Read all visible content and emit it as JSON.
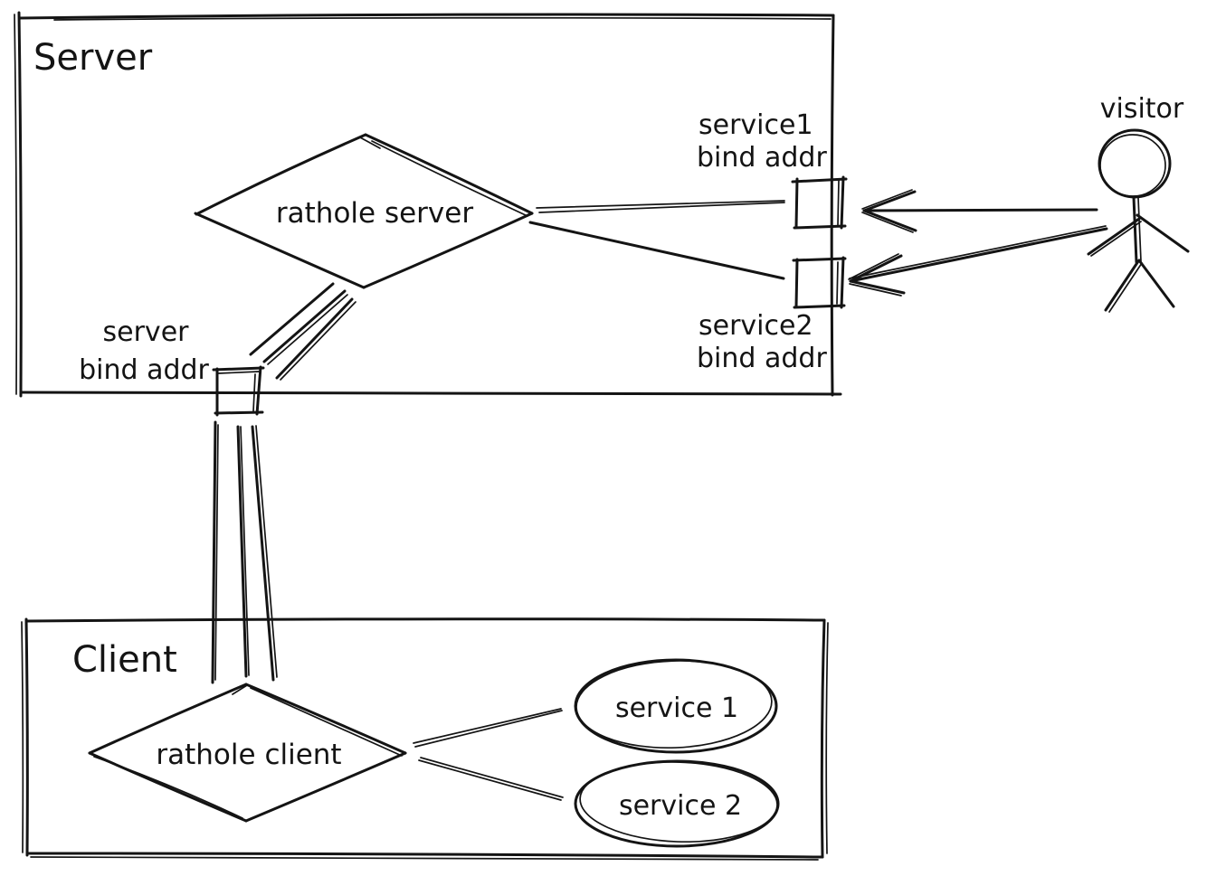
{
  "colors": {
    "stroke": "#141414",
    "background": "#ffffff"
  },
  "server_group": {
    "label": "Server",
    "rathole_server_label": "rathole server",
    "service1_bind": {
      "line1": "service1",
      "line2": "bind addr"
    },
    "service2_bind": {
      "line1": "service2",
      "line2": "bind addr"
    },
    "server_bind": {
      "line1": "server",
      "line2": "bind addr"
    }
  },
  "client_group": {
    "label": "Client",
    "rathole_client_label": "rathole client",
    "service1_label": "service 1",
    "service2_label": "service 2"
  },
  "visitor": {
    "label": "visitor"
  }
}
